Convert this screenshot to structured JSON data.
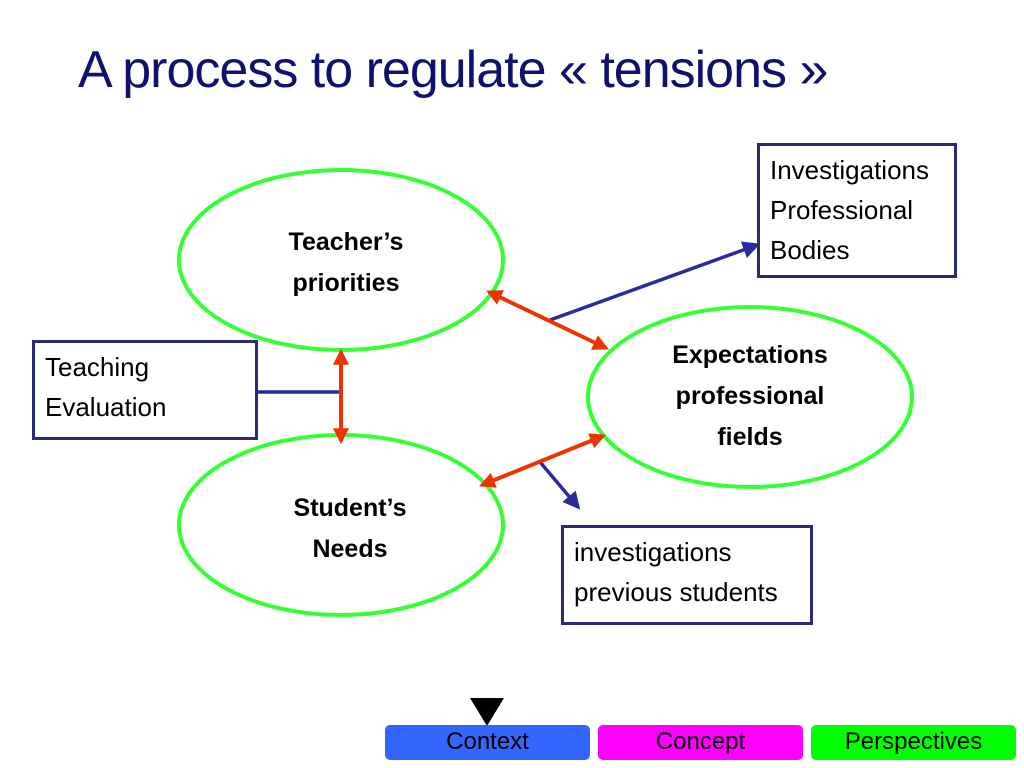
{
  "title": "A process to regulate « tensions »",
  "nodes": {
    "teachers_priorities": [
      "Teacher’s",
      "priorities"
    ],
    "expectations": [
      "Expectations",
      "professional",
      "fields"
    ],
    "students_needs": [
      "Student’s",
      "Needs"
    ]
  },
  "boxes": {
    "investigations_professional": [
      "Investigations",
      "Professional",
      "Bodies"
    ],
    "teaching_evaluation": [
      "Teaching",
      "Evaluation"
    ],
    "investigations_students": [
      "investigations",
      "previous students"
    ]
  },
  "nav": {
    "tabs": [
      {
        "label": "Context",
        "color": "#3366ff"
      },
      {
        "label": "Concept",
        "color": "#ff00ff"
      },
      {
        "label": "Perspectives",
        "color": "#00ff00"
      }
    ],
    "active": "Context"
  },
  "colors": {
    "title": "#10106e",
    "ellipse_stroke": "#33ff33",
    "tension_arrow": "#ee3300",
    "info_arrow": "#2b2b99",
    "box_border": "#2b2b7a"
  }
}
